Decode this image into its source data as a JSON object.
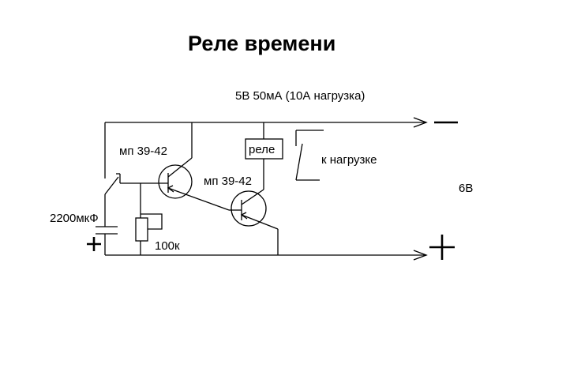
{
  "diagram": {
    "title": "Реле времени",
    "supply_label": "5В 50мА (10А нагрузка)",
    "transistor_1_label": "мп 39-42",
    "transistor_2_label": "мп 39-42",
    "relay_label": "реле",
    "contact_label": "к нагрузке",
    "voltage_label": "6В",
    "capacitor_label": "2200мкФ",
    "resistor_label": "100к"
  }
}
